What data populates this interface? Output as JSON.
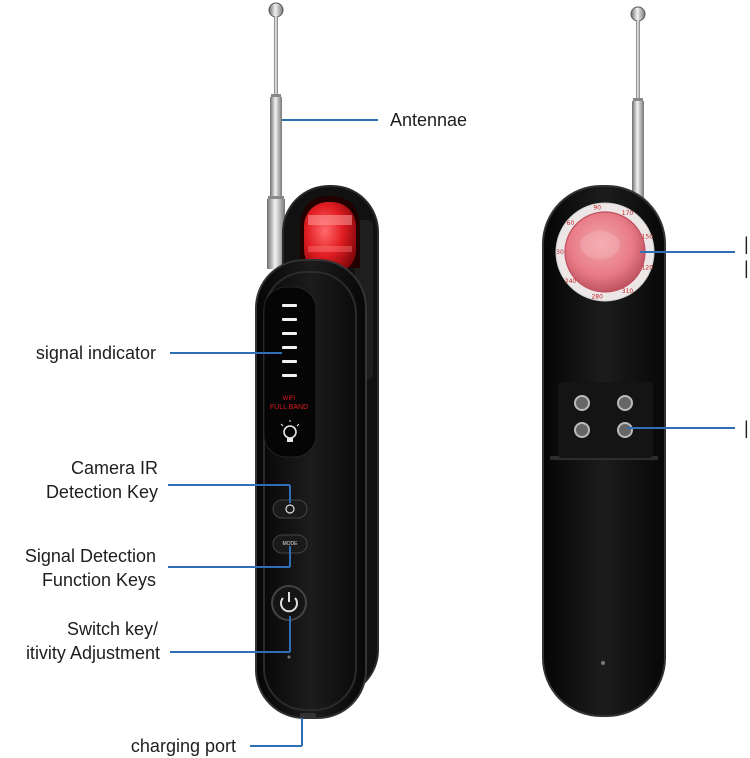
{
  "device_left": {
    "indicator_text_line1": "WIFI",
    "indicator_text_line2": "FULL BAND",
    "mode_button_label": "MODE"
  },
  "device_right": {
    "lens_ring_numbers": [
      "170",
      "150",
      "120",
      "310",
      "280",
      "240",
      "30",
      "60",
      "90"
    ]
  },
  "callouts": {
    "antennae": "Antennae",
    "signal_indicator": "signal indicator",
    "camera_ir_line1": "Camera IR",
    "camera_ir_line2": "Detection Key",
    "signal_detection_line1": "Signal Detection",
    "signal_detection_line2": "Function Keys",
    "switch_key_line1": "Switch key/",
    "switch_key_line2": "itivity Adjustment",
    "charging_port": "charging port"
  },
  "colors": {
    "callout_line": "#2e6fb6",
    "body": "#0d0d0d",
    "red_light": "#e0262b",
    "lens_pink": "#e87b86"
  }
}
